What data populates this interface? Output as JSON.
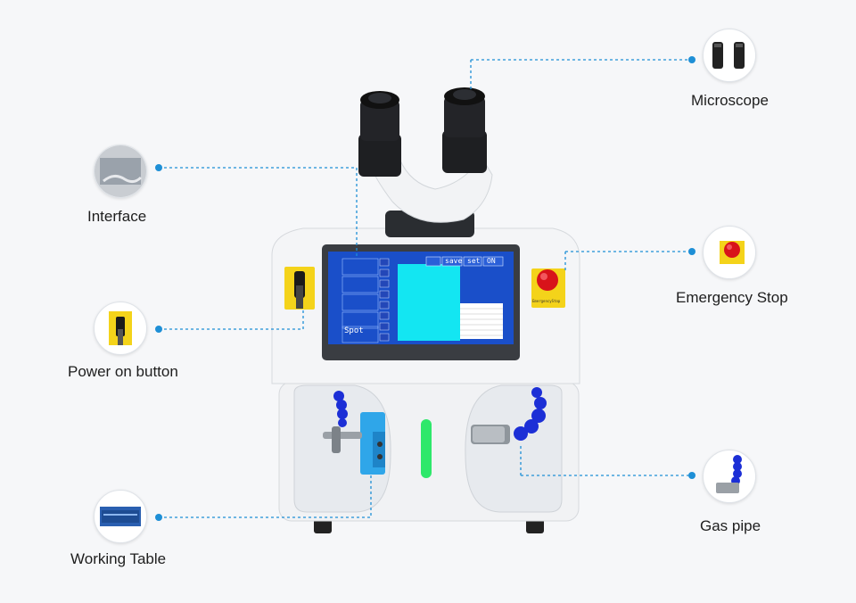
{
  "labels": {
    "microscope": "Microscope",
    "interface": "Interface",
    "emergency_stop": "Emergency Stop",
    "power_on_button": "Power on button",
    "working_table": "Working Table",
    "gas_pipe": "Gas pipe"
  },
  "screen": {
    "buttons": [
      "save",
      "set",
      "ON"
    ],
    "params": [
      "Spot"
    ]
  },
  "panel_label": "EmergencyStop",
  "colors": {
    "leader_line": "#1e8fd6",
    "dot": "#1e8fd6",
    "screen_bg": "#1a4fc9",
    "screen_display": "#13e6f2",
    "stop_red": "#d8131a",
    "stop_yellow": "#f4d31a",
    "hose_blue": "#1c2fd6",
    "led_green": "#2ee86a",
    "body_white": "#f3f4f6"
  },
  "icons": [
    "microscope-icon",
    "interface-icon",
    "emergency-stop-icon",
    "power-key-icon",
    "working-table-icon",
    "gas-pipe-icon"
  ]
}
